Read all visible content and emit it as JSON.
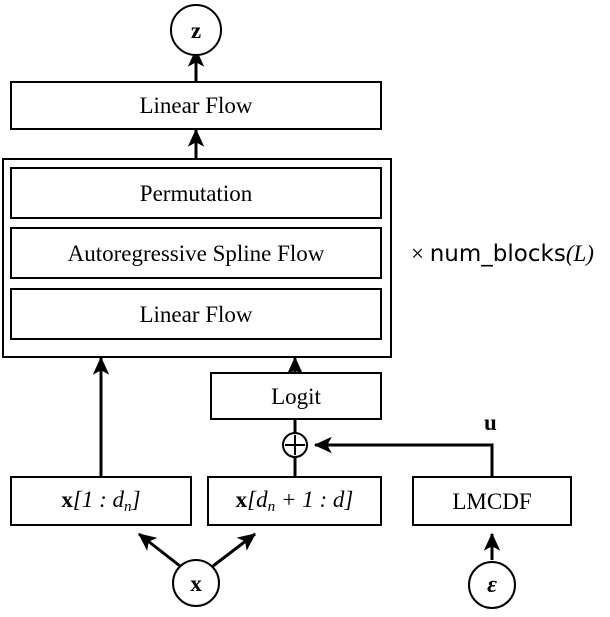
{
  "diagram": {
    "title": "Normalizing flow architecture block diagram",
    "type": "flowchart",
    "background_color": "#ffffff",
    "stroke_color": "#000000"
  },
  "nodes": {
    "latent_circle": {
      "label": "z",
      "shape": "circle",
      "style": "bold"
    },
    "top_linear_flow": {
      "label": "Linear Flow",
      "shape": "rect"
    },
    "permutation": {
      "label": "Permutation",
      "shape": "rect"
    },
    "autoregressive_spline_flow": {
      "label": "Autoregressive Spline Flow",
      "shape": "rect"
    },
    "inner_linear_flow": {
      "label": "Linear Flow",
      "shape": "rect"
    },
    "logit": {
      "label": "Logit",
      "shape": "rect"
    },
    "sum_operator": {
      "label": "⊕",
      "shape": "circle-operator"
    },
    "x_first_split": {
      "label_parts": {
        "var": "x",
        "open": "[",
        "range_start": "1",
        "colon": ":",
        "range_end_base": "d",
        "range_end_sub": "n",
        "close": "]"
      },
      "label_plain": "x[1 : d_n]",
      "shape": "rect"
    },
    "x_second_split": {
      "label_parts": {
        "var": "x",
        "open": "[",
        "start_base": "d",
        "start_sub": "n",
        "plus": "+",
        "one": "1",
        "colon": ":",
        "end": "d",
        "close": "]"
      },
      "label_plain": "x[d_n + 1 : d]",
      "shape": "rect"
    },
    "lmcdf": {
      "label": "LMCDF",
      "shape": "rect"
    },
    "data_circle": {
      "label": "x",
      "shape": "circle",
      "style": "bold"
    },
    "noise_circle": {
      "label": "ε",
      "shape": "circle",
      "style": "bold-italic"
    }
  },
  "labels": {
    "repeat_multiplier": {
      "times": "×",
      "identifier": "num_blocks",
      "open_paren": "(",
      "param": "L",
      "close_paren": ")",
      "plain": "× num_blocks(L)"
    },
    "u_label": {
      "text": "u",
      "style": "bold"
    }
  },
  "edges": [
    {
      "from": "top_linear_flow",
      "to": "latent_circle",
      "arrow": true
    },
    {
      "from": "outer_block",
      "to": "top_linear_flow",
      "arrow": true
    },
    {
      "from": "x_first_split",
      "to": "outer_block",
      "arrow": true
    },
    {
      "from": "logit",
      "to": "outer_block",
      "arrow": true
    },
    {
      "from": "sum_operator",
      "to": "logit",
      "arrow": false
    },
    {
      "from": "x_second_split",
      "to": "sum_operator",
      "arrow": false
    },
    {
      "from": "lmcdf",
      "to": "sum_operator",
      "arrow": true,
      "label": "u"
    },
    {
      "from": "data_circle",
      "to": "x_first_split",
      "arrow": true
    },
    {
      "from": "data_circle",
      "to": "x_second_split",
      "arrow": true
    },
    {
      "from": "noise_circle",
      "to": "lmcdf",
      "arrow": true
    }
  ]
}
